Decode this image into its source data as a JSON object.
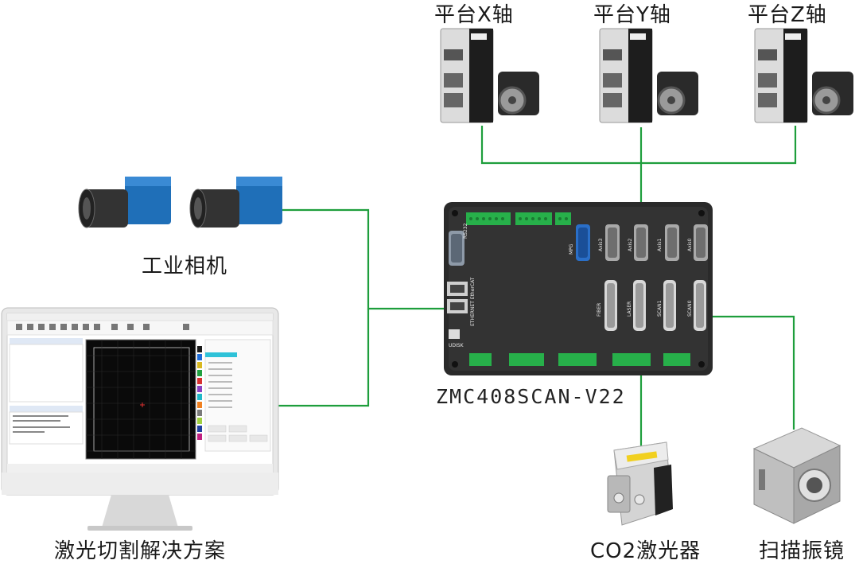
{
  "labels": {
    "axis_x": "平台X轴",
    "axis_y": "平台Y轴",
    "axis_z": "平台Z轴",
    "camera": "工业相机",
    "software": "激光切割解决方案",
    "controller": "ZMC408SCAN-V22",
    "laser": "CO2激光器",
    "galvo": "扫描振镜"
  },
  "controller_ports": {
    "rs232": "RS232",
    "ethernet": "ETHERNET EtherCAT",
    "udisk": "UDISK",
    "mpg": "MPG",
    "axis3": "Axis3",
    "axis2": "Axis2",
    "axis1": "Axis1",
    "axis0": "Axis0",
    "fiber": "FIBER",
    "laser_port": "LASER",
    "scan1": "SCAN1",
    "scan0": "SCAN0"
  },
  "colors": {
    "wire": "#1e9e3c",
    "terminal": "#27b04a",
    "camera_body": "#1f6fb8",
    "controller": "#2a2a2a"
  }
}
